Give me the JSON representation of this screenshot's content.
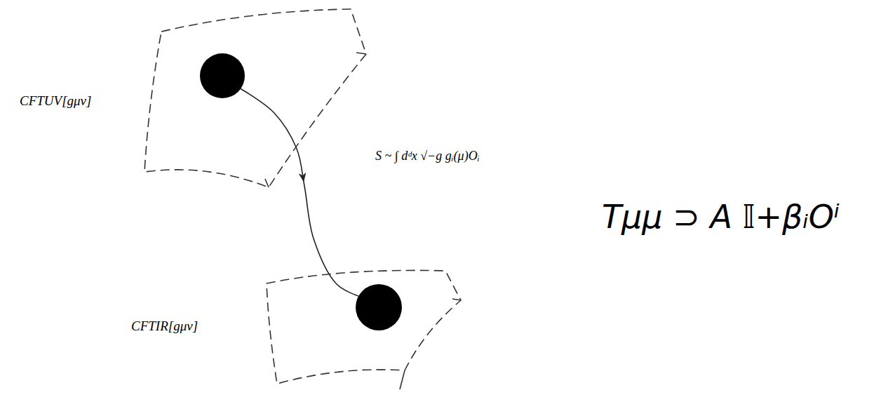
{
  "diagram": {
    "nodes": [
      {
        "text": [
          "CFTUV[gμν]"
        ]
      },
      {
        "text": [
          "CFTIR[gμν]"
        ]
      }
    ],
    "edges": [
      {
        "from": 0,
        "to": 1,
        "arrow": "to"
      }
    ],
    "labels": [
      "S ~ ∫ dᵈx √−g gᵢ(μ)Oᵢ",
      "Tμμ ⊃ A 𝕀+βᵢOⁱ"
    ]
  }
}
